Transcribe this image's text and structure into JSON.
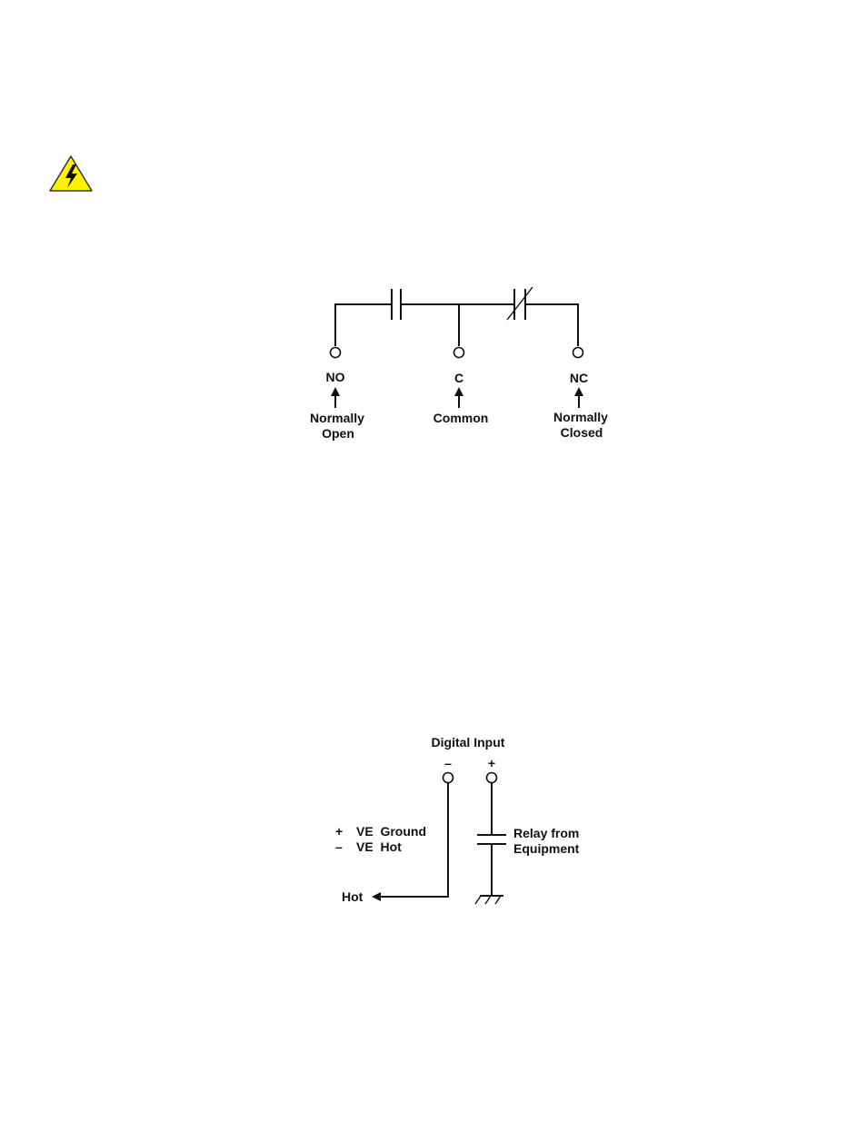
{
  "warning": {
    "icon": "high-voltage-warning-icon",
    "color": "#FFF200"
  },
  "relay_contacts": {
    "no": {
      "code": "NO",
      "desc_line1": "Normally",
      "desc_line2": "Open"
    },
    "c": {
      "code": "C",
      "desc_line1": "Common"
    },
    "nc": {
      "code": "NC",
      "desc_line1": "Normally",
      "desc_line2": "Closed"
    }
  },
  "digital_input": {
    "title": "Digital Input",
    "minus_sign": "–",
    "plus_sign": "+",
    "legend_plus_sign": "+",
    "legend_plus_text": "VE  Ground",
    "legend_minus_sign": "–",
    "legend_minus_text": "VE  Hot",
    "hot_label": "Hot",
    "relay_line1": "Relay from",
    "relay_line2": "Equipment"
  }
}
